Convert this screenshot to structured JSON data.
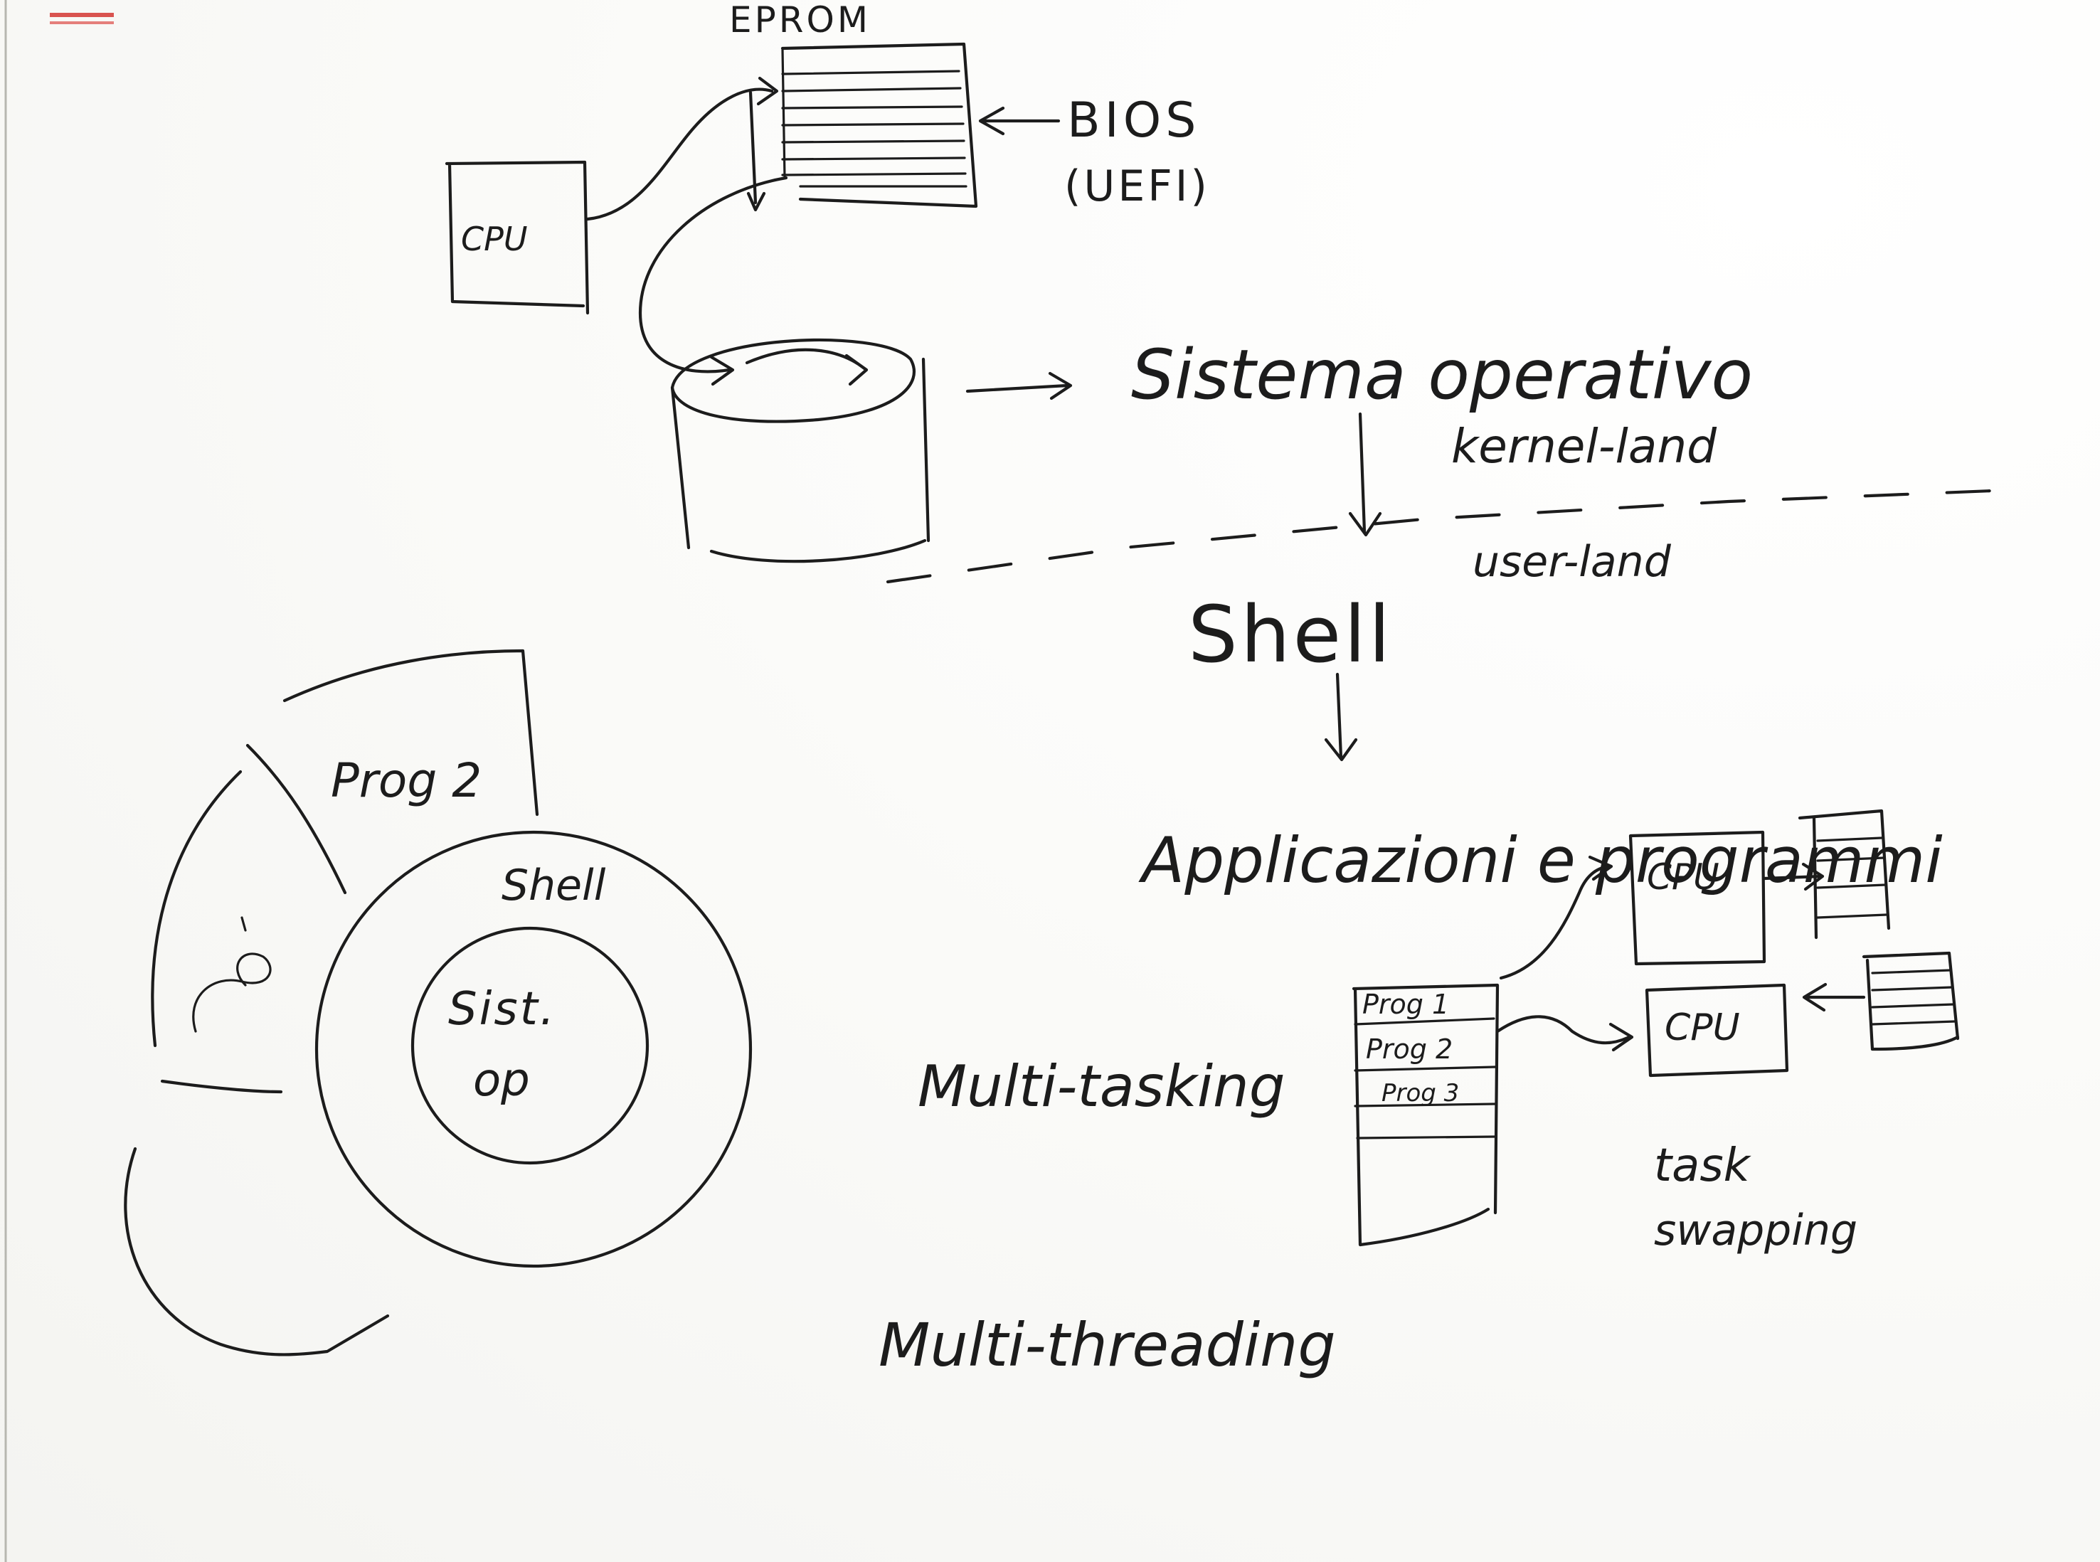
{
  "boot": {
    "eprom_label": "EPROM",
    "bios_label": "BIOS",
    "uefi_label": "(UEFI)",
    "cpu_label": "CPU",
    "os_label": "Sistema operativo",
    "kernel_label": "kernel-land",
    "user_label": "user-land",
    "shell_label": "Shell",
    "apps_label": "Applicazioni e programmi"
  },
  "rings": {
    "prog2_label": "Prog 2",
    "shell_label": "Shell",
    "core_line1": "Sist.",
    "core_line2": "op"
  },
  "multitasking": {
    "title": "Multi-tasking",
    "progs": [
      "Prog 1",
      "Prog 2",
      "Prog 3"
    ],
    "cpu_top": "CPU",
    "cpu_bottom": "CPU",
    "swap_line1": "task",
    "swap_line2": "swapping"
  },
  "multithreading": {
    "title": "Multi-threading"
  }
}
